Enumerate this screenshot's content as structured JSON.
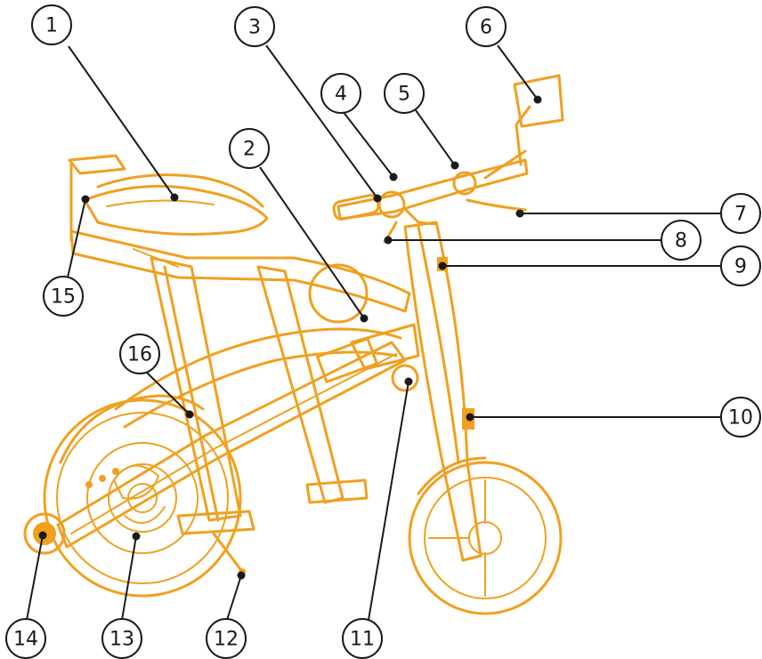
{
  "colors": {
    "accent": "#f0a020",
    "ink": "#1a1a1a",
    "background": "#ffffff"
  },
  "callouts": [
    {
      "label": "1"
    },
    {
      "label": "2"
    },
    {
      "label": "3"
    },
    {
      "label": "4"
    },
    {
      "label": "5"
    },
    {
      "label": "6"
    },
    {
      "label": "7"
    },
    {
      "label": "8"
    },
    {
      "label": "9"
    },
    {
      "label": "10"
    },
    {
      "label": "11"
    },
    {
      "label": "12"
    },
    {
      "label": "13"
    },
    {
      "label": "14"
    },
    {
      "label": "15"
    },
    {
      "label": "16"
    }
  ]
}
